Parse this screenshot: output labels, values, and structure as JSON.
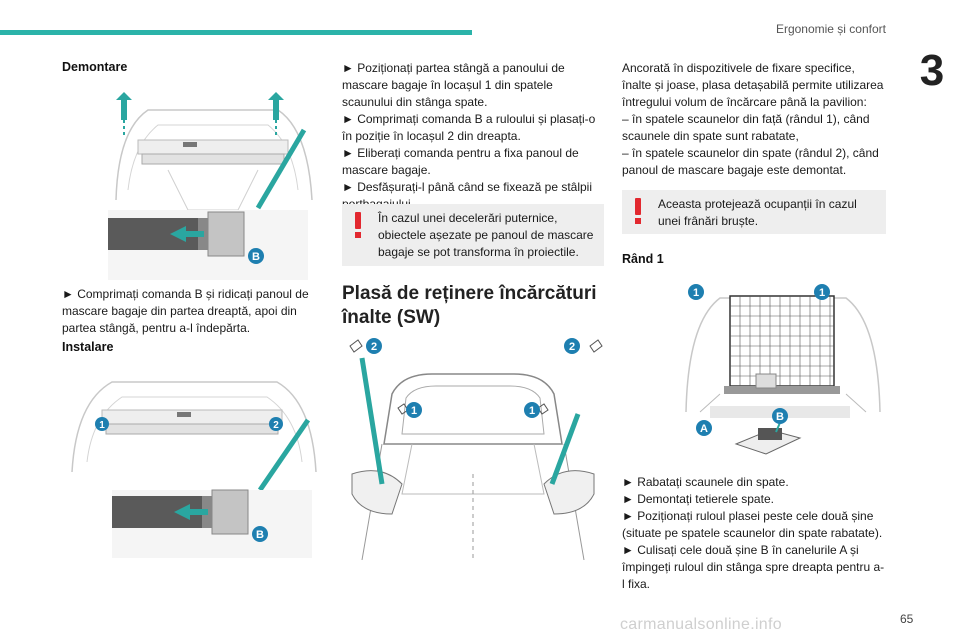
{
  "header": {
    "title": "Ergonomie și confort",
    "chapter": "3",
    "accent": "#2bb3a9"
  },
  "col1": {
    "demontare": "Demontare",
    "demontare_text": "► Comprimați comanda B și ridicați panoul de mascare bagaje din partea dreaptă, apoi din partea stângă, pentru a-l îndepărta.",
    "instalare": "Instalare",
    "fig1_labels": [
      "B"
    ],
    "fig2_labels": [
      "1",
      "2",
      "B"
    ]
  },
  "col2": {
    "steps": [
      "► Poziționați partea stângă a panoului de mascare bagaje în locașul 1 din spatele scaunului din stânga spate.",
      "► Comprimați comanda B a ruloului și plasați-o în poziție în locașul 2 din dreapta.",
      "► Eliberați comanda pentru a fixa panoul de mascare bagaje.",
      "► Desfășurați-l până când se fixează pe stâlpii portbagajului."
    ],
    "warning": "În cazul unei decelerări puternice, obiectele așezate pe panoul de mascare bagaje se pot transforma în proiectile.",
    "section_title": "Plasă de reținere încărcături înalte (SW)",
    "fig3_labels": [
      "2",
      "2",
      "1",
      "1"
    ]
  },
  "col3": {
    "intro": "Ancorată în dispozitivele de fixare specifice, înalte și joase, plasa detașabilă permite utilizarea întregului volum de încărcare până la pavilion:",
    "item1": "– în spatele scaunelor din față (rândul 1), când scaunele din spate sunt rabatate,",
    "item2": "– în spatele scaunelor din spate (rândul 2), când panoul de mascare bagaje este demontat.",
    "warning": "Aceasta protejează ocupanții în cazul unei frânări bruște.",
    "rand_title": "Rând 1",
    "fig4_labels": [
      "1",
      "1",
      "B",
      "A"
    ],
    "steps": [
      "► Rabatați scaunele din spate.",
      "► Demontați tetierele spate.",
      "► Poziționați ruloul plasei peste cele două șine (situate pe spatele scaunelor din spate rabatate).",
      "► Culisați cele două șine B în canelurile A și împingeți ruloul din stânga spre dreapta pentru a-l fixa."
    ]
  },
  "footer": {
    "page": "65",
    "watermark": "carmanualsonline.info"
  }
}
